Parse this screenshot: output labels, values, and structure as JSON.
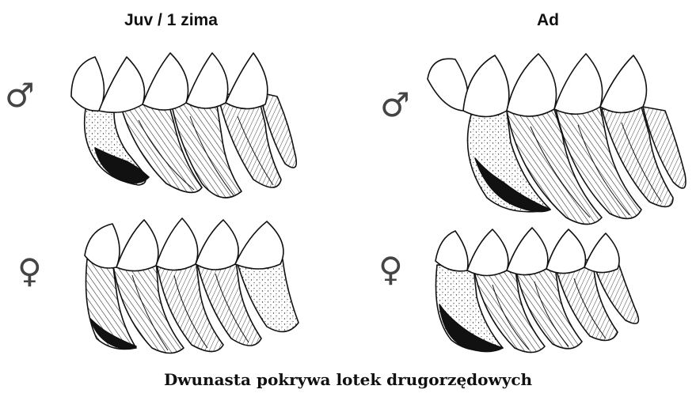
{
  "headers": {
    "juvenile": "Juv / 1 zima",
    "adult": "Ad"
  },
  "symbols": {
    "male": "♂",
    "female": "♀"
  },
  "caption": "Dwunasta pokrywa lotek drugorzędowych",
  "colors": {
    "ink": "#111111",
    "background": "#ffffff",
    "symbol": "#444444"
  }
}
